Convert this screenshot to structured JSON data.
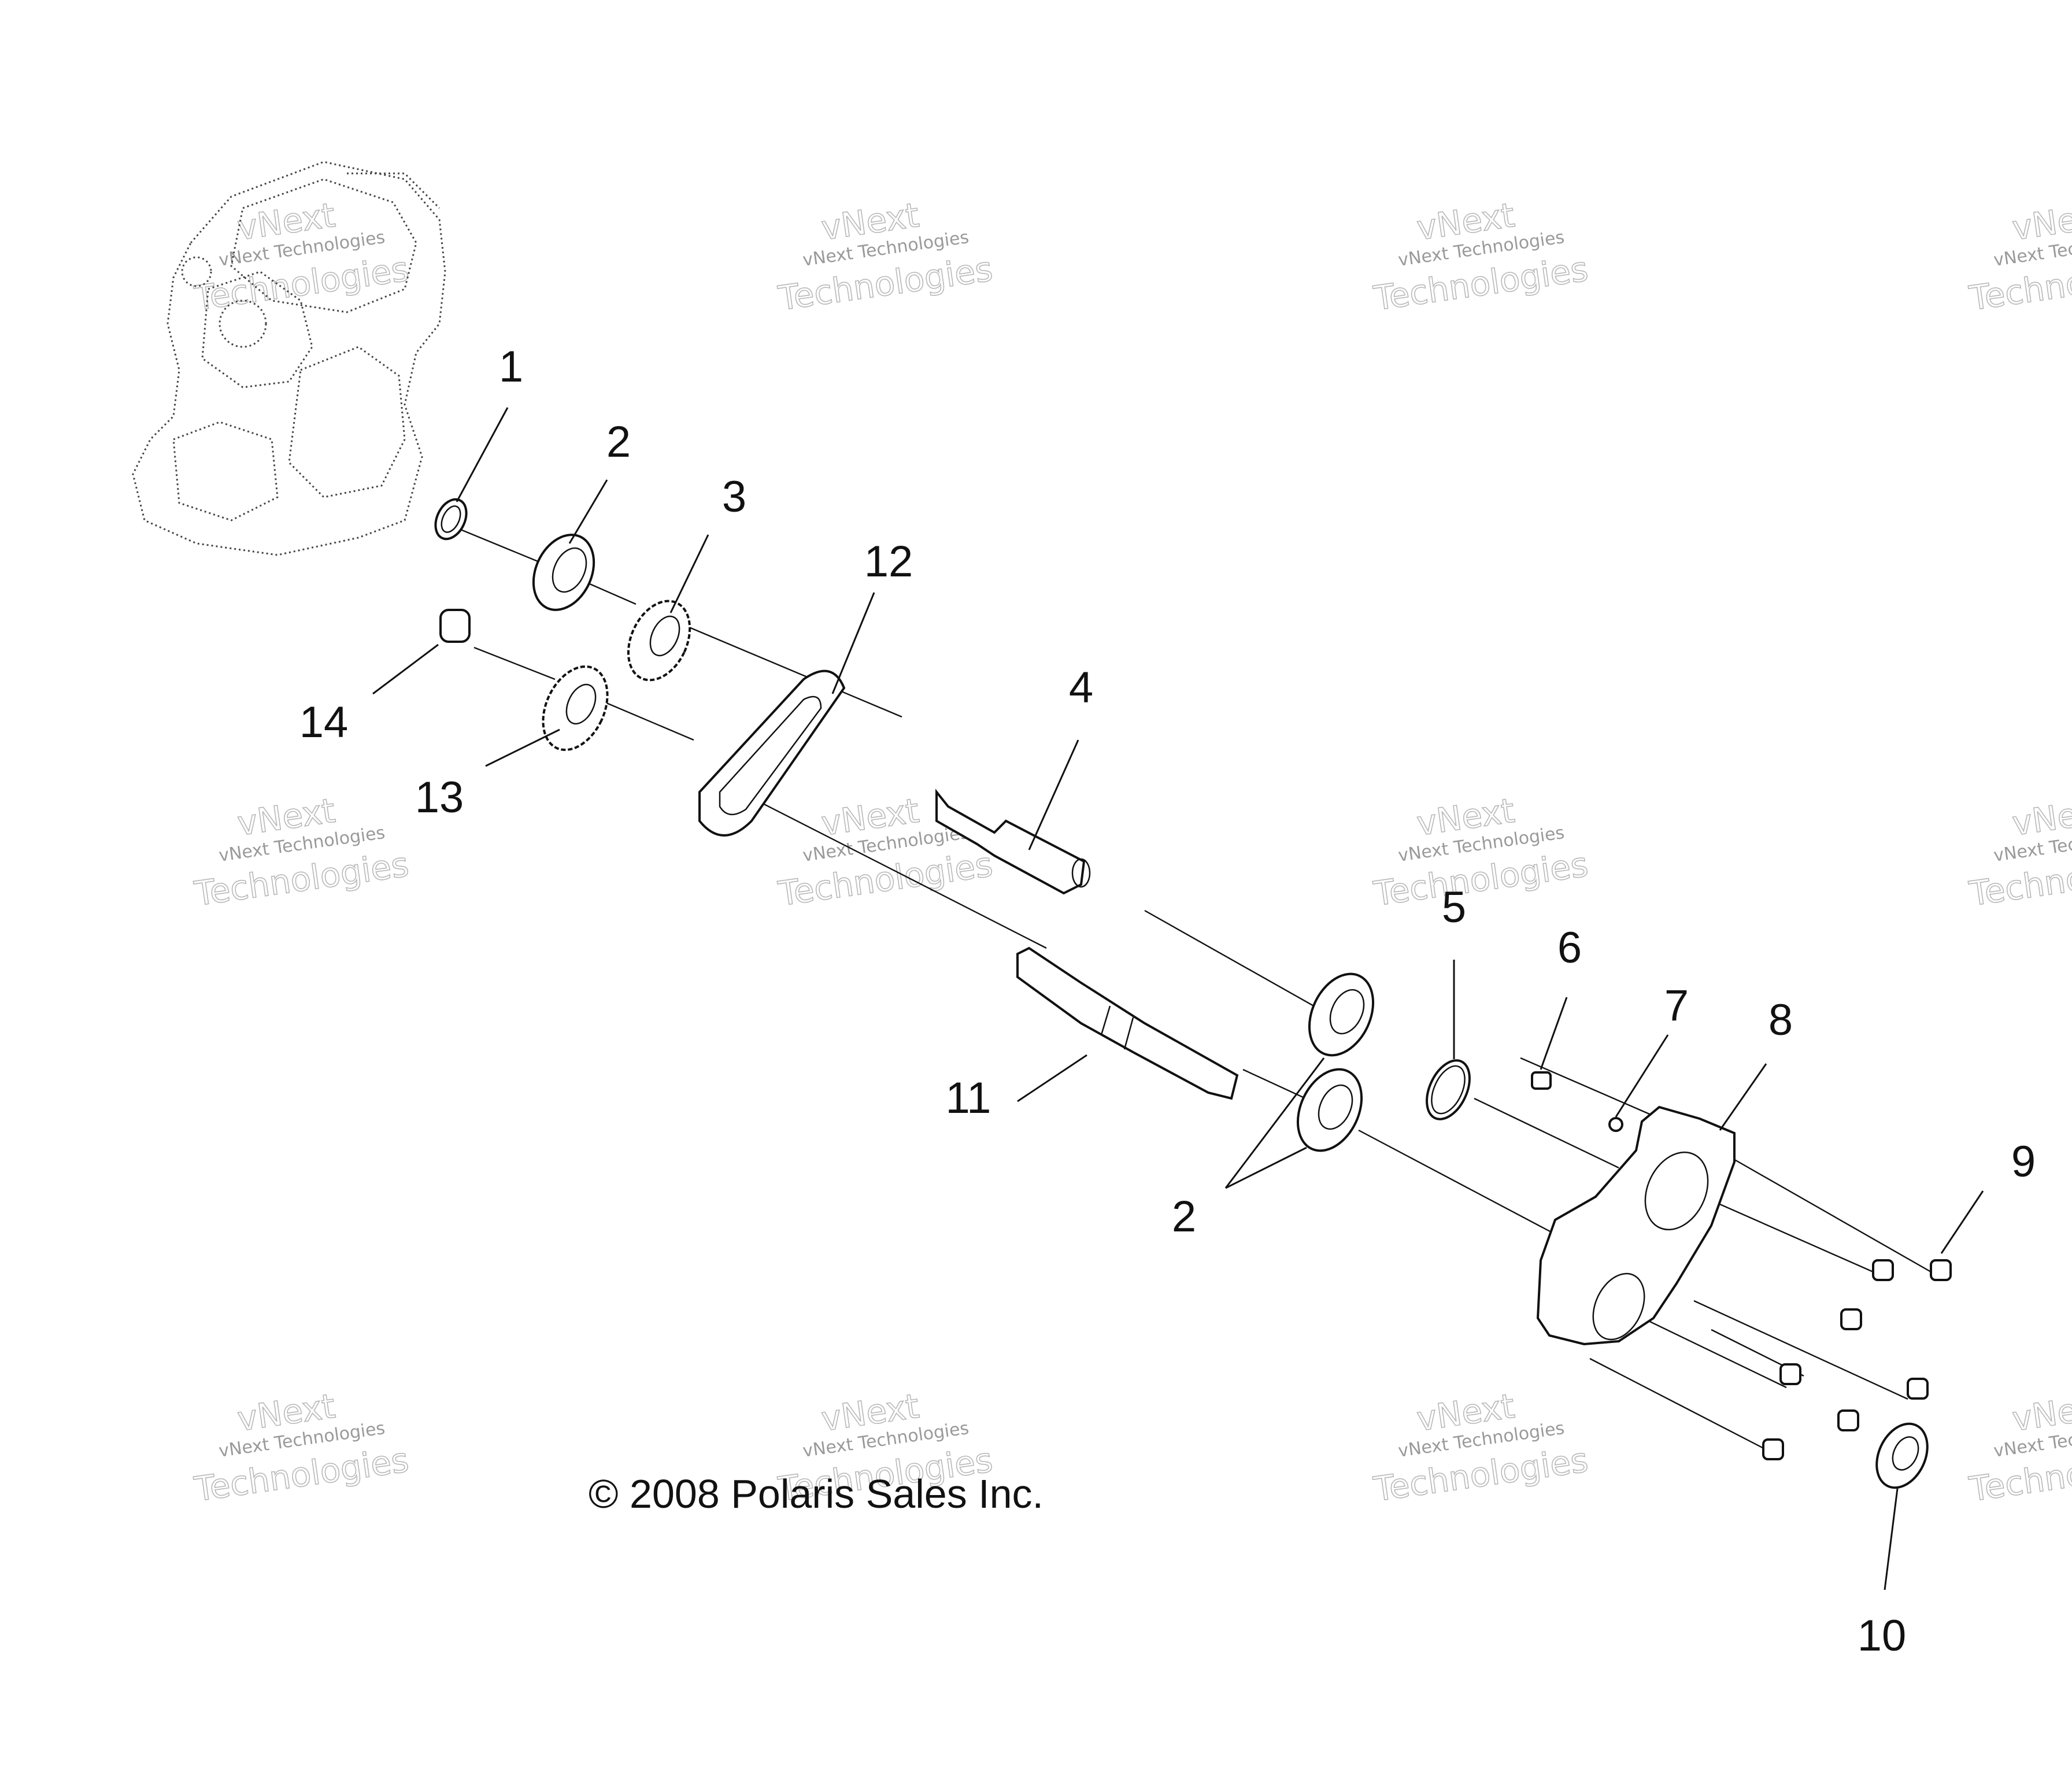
{
  "callouts": [
    {
      "id": "callout-1",
      "label": "1"
    },
    {
      "id": "callout-2-top",
      "label": "2"
    },
    {
      "id": "callout-3",
      "label": "3"
    },
    {
      "id": "callout-12",
      "label": "12"
    },
    {
      "id": "callout-4",
      "label": "4"
    },
    {
      "id": "callout-14",
      "label": "14"
    },
    {
      "id": "callout-13",
      "label": "13"
    },
    {
      "id": "callout-5",
      "label": "5"
    },
    {
      "id": "callout-6",
      "label": "6"
    },
    {
      "id": "callout-7",
      "label": "7"
    },
    {
      "id": "callout-8",
      "label": "8"
    },
    {
      "id": "callout-9",
      "label": "9"
    },
    {
      "id": "callout-11",
      "label": "11"
    },
    {
      "id": "callout-2-bottom",
      "label": "2"
    },
    {
      "id": "callout-10",
      "label": "10"
    }
  ],
  "copyright": "© 2008 Polaris Sales Inc.",
  "watermark": {
    "line1": "vNext Technologies",
    "line2": "Technologies",
    "line3": "vNext"
  }
}
